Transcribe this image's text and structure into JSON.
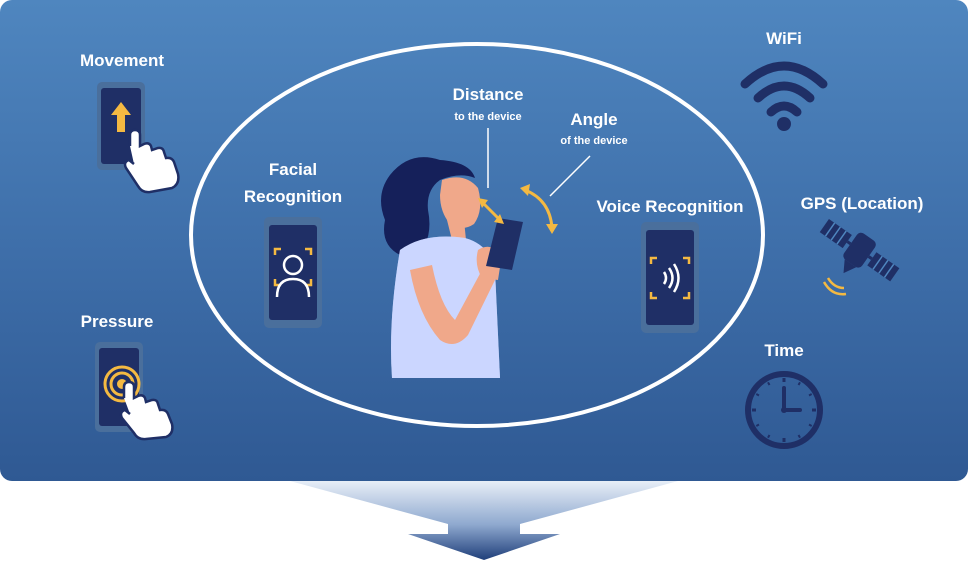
{
  "labels": {
    "movement": "Movement",
    "pressure": "Pressure",
    "facial_recognition_line1": "Facial",
    "facial_recognition_line2": "Recognition",
    "distance": "Distance",
    "distance_sub": "to the device",
    "angle": "Angle",
    "angle_sub": "of the device",
    "voice_recognition": "Voice Recognition",
    "wifi": "WiFi",
    "gps": "GPS (Location)",
    "time": "Time"
  },
  "icons": {
    "movement": "phone-swipe-up-icon",
    "pressure": "phone-press-icon",
    "facial": "face-scan-phone-icon",
    "voice": "voice-scan-phone-icon",
    "wifi": "wifi-icon",
    "gps": "satellite-icon",
    "time": "clock-icon",
    "person": "person-holding-phone-illustration",
    "arrow": "down-arrow-funnel"
  },
  "colors": {
    "panel_top": "#4f86bf",
    "panel_bottom": "#2f5993",
    "navy": "#1f2f66",
    "accent": "#f4b942",
    "white": "#ffffff"
  }
}
